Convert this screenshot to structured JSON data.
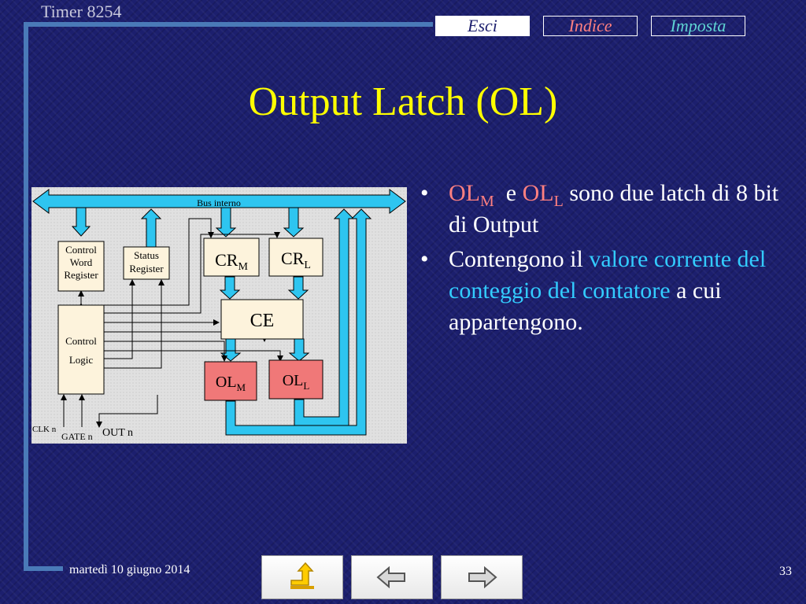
{
  "header": {
    "title": "Timer 8254"
  },
  "nav": {
    "esci": "Esci",
    "indice": "Indice",
    "imposta": "Imposta"
  },
  "slide": {
    "title": "Output Latch (OL)"
  },
  "diagram": {
    "bus": "Bus interno",
    "cwr": [
      "Control",
      "Word",
      "Register"
    ],
    "sr": [
      "Status",
      "Register"
    ],
    "cl": [
      "Control",
      "Logic"
    ],
    "cr": "CR",
    "sub_m": "M",
    "sub_l": "L",
    "ce": "CE",
    "ol": "OL",
    "clk": "CLK n",
    "gate": "GATE n",
    "out": "OUT n"
  },
  "bullets": {
    "b1_ol": "OL",
    "b1_m": "M",
    "b1_e": "e",
    "b1_l": "L",
    "b1_rest": "sono due latch di 8 bit di Output",
    "b2_pre": "Contengono il",
    "b2_hl": "valore corrente del conteggio del contatore",
    "b2_post": "a cui appartengono."
  },
  "footer": {
    "date": "martedì 10 giugno 2014",
    "page": "33"
  },
  "icons": {
    "home": "up-right-arrow-icon",
    "prev": "left-arrow-icon",
    "next": "right-arrow-icon"
  },
  "colors": {
    "title": "#ffff00",
    "accent_red": "#ff8080",
    "accent_cyan": "#33ccff",
    "bus": "#2ec5f0",
    "ol_fill": "#f07878"
  }
}
